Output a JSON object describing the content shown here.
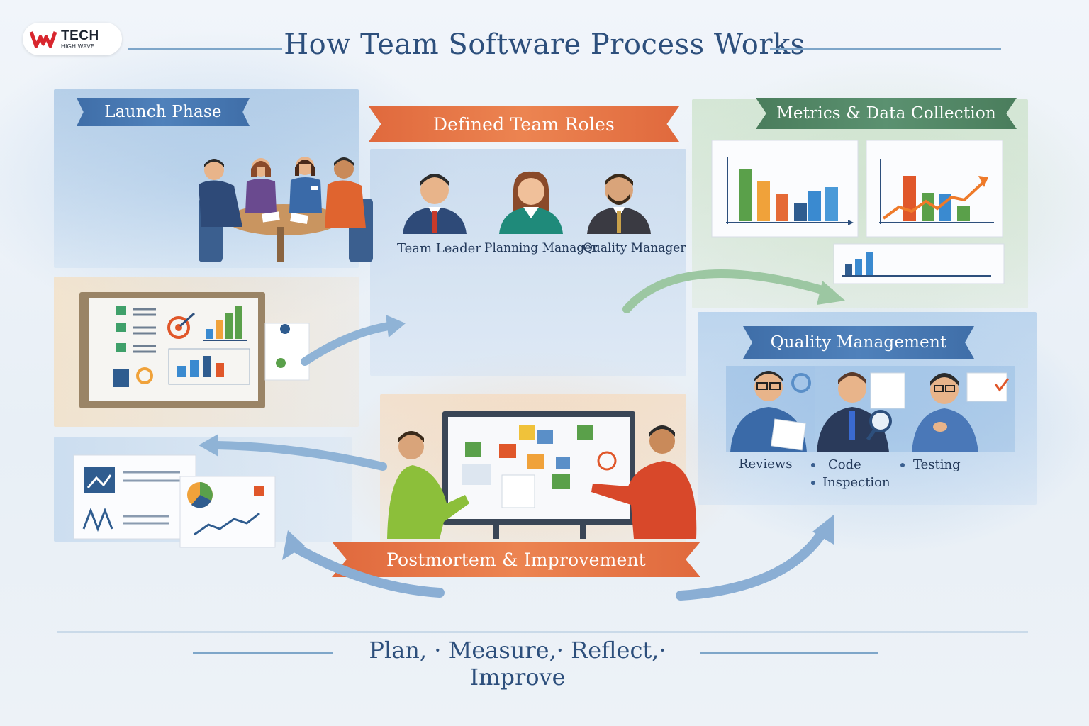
{
  "logo": {
    "brand": "TECH",
    "tagline": "HIGH WAVE"
  },
  "title": "How Team Software Process Works",
  "sections": {
    "launch": {
      "heading": "Launch Phase"
    },
    "roles": {
      "heading": "Defined Team Roles",
      "items": [
        {
          "label": "Team Leader",
          "tie_color": "#c83a2a"
        },
        {
          "label": "Planning Manager",
          "tie_color": "#1f8a7a"
        },
        {
          "label": "Quality Manager",
          "tie_color": "#3a3a3a"
        }
      ]
    },
    "metrics": {
      "heading": "Metrics & Data Collection"
    },
    "quality": {
      "heading": "Quality Management",
      "items": [
        "Reviews",
        "Code",
        "Inspection",
        "Testing"
      ]
    },
    "postmortem": {
      "heading": "Postmortem & Improvement"
    }
  },
  "footer": "Plan, · Measure,· Reflect,· Improve",
  "colors": {
    "blue": "#4f81bb",
    "orange": "#ec8451",
    "green": "#5b9170",
    "title": "#2d4f7c"
  }
}
